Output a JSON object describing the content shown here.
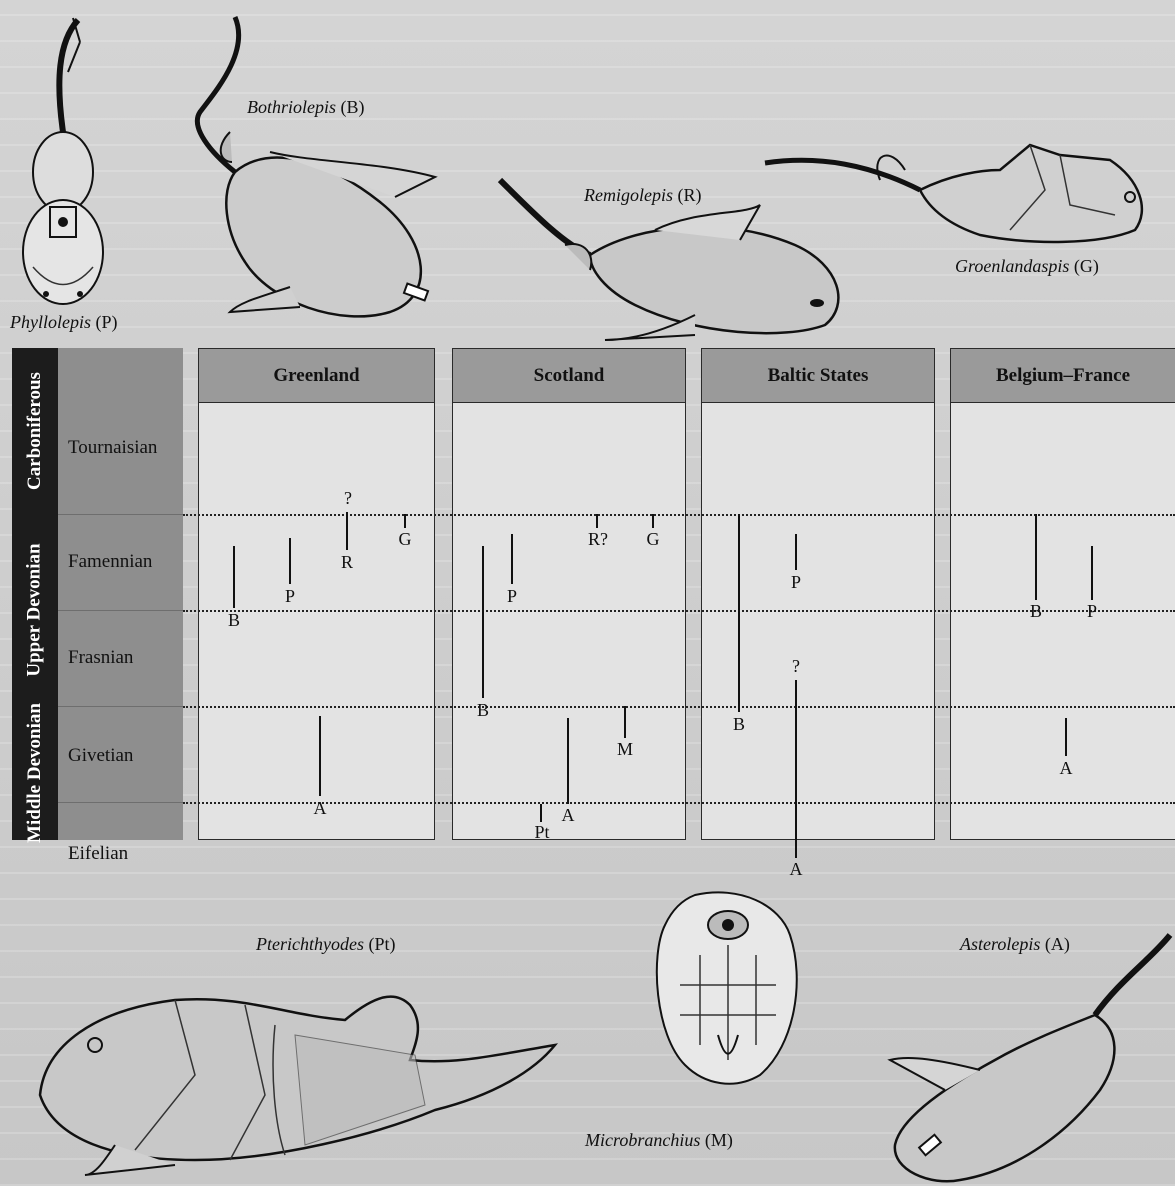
{
  "species": [
    {
      "name": "Phyllolepis",
      "code": "(P)",
      "icon": "phyllolepis-fish"
    },
    {
      "name": "Bothriolepis",
      "code": "(B)",
      "icon": "bothriolepis-fish"
    },
    {
      "name": "Remigolepis",
      "code": "(R)",
      "icon": "remigolepis-fish"
    },
    {
      "name": "Groenlandaspis",
      "code": "(G)",
      "icon": "groenlandaspis-fish"
    },
    {
      "name": "Pterichthyodes",
      "code": "(Pt)",
      "icon": "pterichthyodes-fish"
    },
    {
      "name": "Microbranchius",
      "code": "(M)",
      "icon": "microbranchius-fish"
    },
    {
      "name": "Asterolepis",
      "code": "(A)",
      "icon": "asterolepis-fish"
    }
  ],
  "periods": [
    "Carboniferous",
    "Upper Devonian",
    "Middle Devonian"
  ],
  "stages": [
    "Tournaisian",
    "Famennian",
    "Frasnian",
    "Givetian",
    "Eifelian"
  ],
  "regions": [
    "Greenland",
    "Scotland",
    "Baltic States",
    "Belgium–France"
  ],
  "ranges": [
    {
      "region": "Greenland",
      "label": "B",
      "from": "Famennian",
      "to": "Frasnian"
    },
    {
      "region": "Greenland",
      "label": "P",
      "from": "Famennian",
      "to": "Famennian"
    },
    {
      "region": "Greenland",
      "label": "?",
      "from": "Tournaisian",
      "to": "Tournaisian"
    },
    {
      "region": "Greenland",
      "label": "R",
      "from": "Famennian",
      "to": "Famennian"
    },
    {
      "region": "Greenland",
      "label": "G",
      "from": "Famennian",
      "to": "Famennian"
    },
    {
      "region": "Greenland",
      "label": "A",
      "from": "Givetian",
      "to": "Givetian"
    },
    {
      "region": "Scotland",
      "label": "B",
      "from": "Famennian",
      "to": "Frasnian"
    },
    {
      "region": "Scotland",
      "label": "P",
      "from": "Famennian",
      "to": "Famennian"
    },
    {
      "region": "Scotland",
      "label": "A",
      "from": "Givetian",
      "to": "Eifelian"
    },
    {
      "region": "Scotland",
      "label": "Pt",
      "from": "Eifelian",
      "to": "Eifelian"
    },
    {
      "region": "Scotland",
      "label": "R?",
      "from": "Famennian",
      "to": "Famennian"
    },
    {
      "region": "Scotland",
      "label": "G",
      "from": "Famennian",
      "to": "Famennian"
    },
    {
      "region": "Scotland",
      "label": "M",
      "from": "Givetian",
      "to": "Givetian"
    },
    {
      "region": "Baltic States",
      "label": "B",
      "from": "Famennian",
      "to": "Frasnian"
    },
    {
      "region": "Baltic States",
      "label": "P",
      "from": "Famennian",
      "to": "Famennian"
    },
    {
      "region": "Baltic States",
      "label": "?",
      "from": "Frasnian",
      "to": "Frasnian"
    },
    {
      "region": "Baltic States",
      "label": "A",
      "from": "Frasnian",
      "to": "Eifelian"
    },
    {
      "region": "Belgium–France",
      "label": "B",
      "from": "Famennian",
      "to": "Famennian"
    },
    {
      "region": "Belgium–France",
      "label": "P",
      "from": "Famennian",
      "to": "Famennian"
    },
    {
      "region": "Belgium–France",
      "label": "A",
      "from": "Givetian",
      "to": "Givetian"
    }
  ]
}
